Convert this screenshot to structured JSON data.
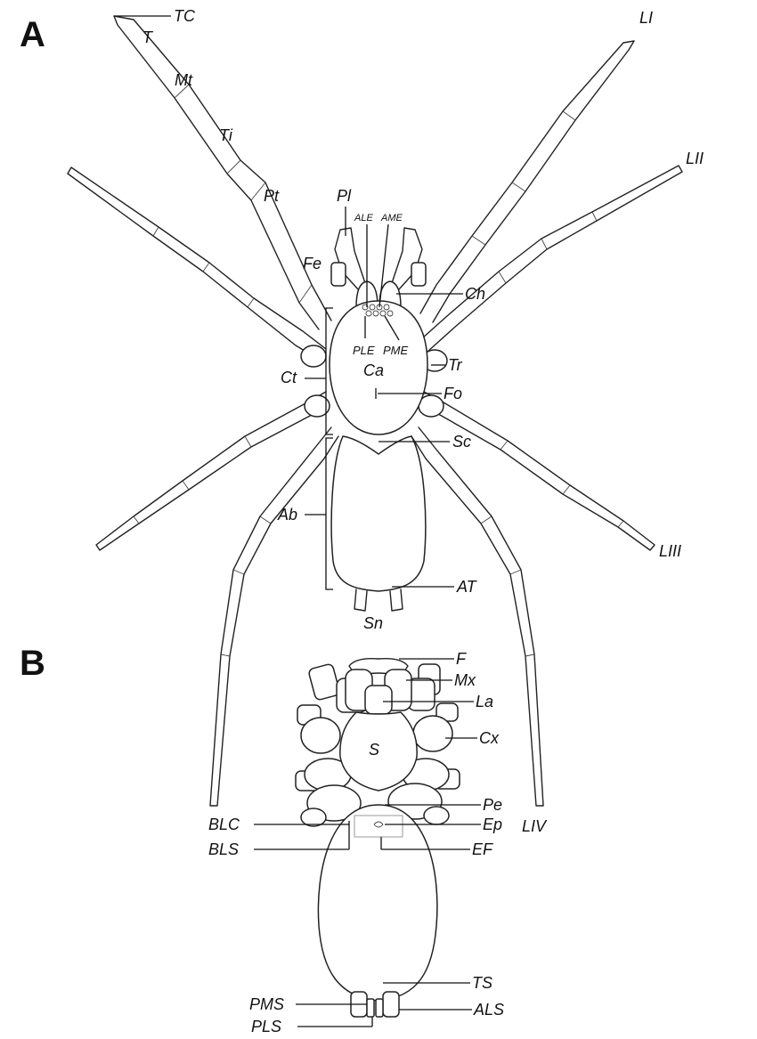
{
  "panels": {
    "a": "A",
    "b": "B"
  },
  "dorsal_labels": {
    "TC": "TC",
    "T": "T",
    "Mt": "Mt",
    "Ti": "Ti",
    "Pt": "Pt",
    "Pl": "Pl",
    "Fe": "Fe",
    "ALE": "ALE",
    "AME": "AME",
    "Ch": "Ch",
    "PLE": "PLE",
    "PME": "PME",
    "Ca": "Ca",
    "Ct": "Ct",
    "Tr": "Tr",
    "Fo": "Fo",
    "Sc": "Sc",
    "Ab": "Ab",
    "AT": "AT",
    "Sn": "Sn",
    "LI": "LI",
    "LII": "LII",
    "LIII": "LIII",
    "LIV": "LIV"
  },
  "ventral_labels": {
    "F": "F",
    "Mx": "Mx",
    "La": "La",
    "Cx": "Cx",
    "S": "S",
    "Pe": "Pe",
    "BLC": "BLC",
    "Ep": "Ep",
    "BLS": "BLS",
    "EF": "EF",
    "TS": "TS",
    "PMS": "PMS",
    "ALS": "ALS",
    "PLS": "PLS"
  }
}
